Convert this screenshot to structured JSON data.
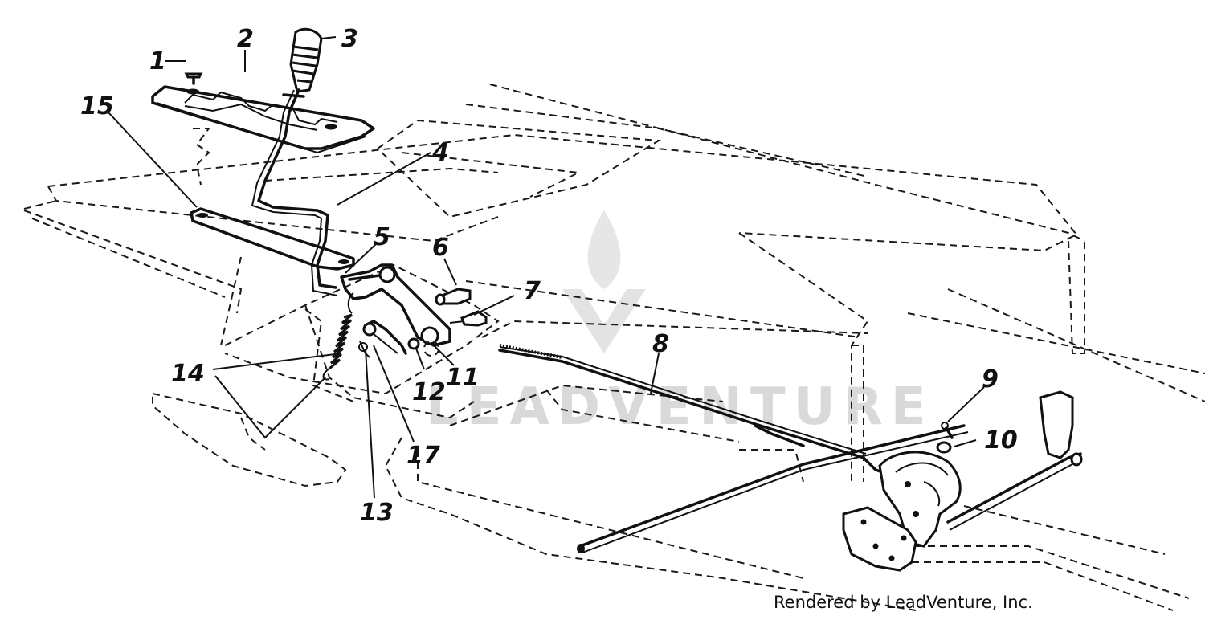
{
  "callouts": [
    {
      "id": "1",
      "label": "1"
    },
    {
      "id": "2",
      "label": "2"
    },
    {
      "id": "3",
      "label": "3"
    },
    {
      "id": "4",
      "label": "4"
    },
    {
      "id": "5",
      "label": "5"
    },
    {
      "id": "6",
      "label": "6"
    },
    {
      "id": "7",
      "label": "7"
    },
    {
      "id": "8",
      "label": "8"
    },
    {
      "id": "9",
      "label": "9"
    },
    {
      "id": "10",
      "label": "10"
    },
    {
      "id": "11",
      "label": "11"
    },
    {
      "id": "12",
      "label": "12"
    },
    {
      "id": "13",
      "label": "13"
    },
    {
      "id": "14",
      "label": "14"
    },
    {
      "id": "15",
      "label": "15"
    },
    {
      "id": "17",
      "label": "17"
    }
  ],
  "watermark": {
    "text": "LEADVENTURE"
  },
  "credit": {
    "text": "Rendered by LeadVenture, Inc."
  }
}
